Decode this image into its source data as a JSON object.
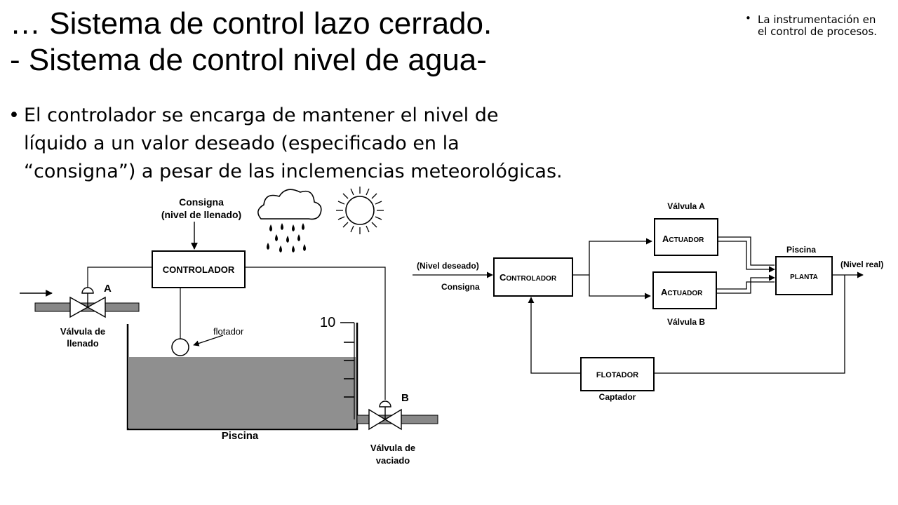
{
  "slide": {
    "title_line1": "… Sistema de control lazo cerrado.",
    "title_line2": "- Sistema de control nivel de agua-",
    "side_bullet_marker": "•",
    "side_note": "La instrumentación en el control de procesos.",
    "main_bullet_marker": "•",
    "main_bullet": "El controlador se encarga de mantener el nivel de líquido a un valor deseado (especificado en la “consigna”) a pesar de las inclemencias meteorológicas."
  },
  "left_diagram": {
    "consigna_line1": "Consigna",
    "consigna_line2": "(nivel de llenado)",
    "controlador": "CONTROLADOR",
    "valve_a_letter": "A",
    "valve_fill_line1": "Válvula de",
    "valve_fill_line2": "llenado",
    "flotador": "flotador",
    "scale_value": "10",
    "valve_b_letter": "B",
    "piscina": "Piscina",
    "valve_drain_line1": "Válvula de",
    "valve_drain_line2": "vaciado"
  },
  "right_diagram": {
    "valvula_a": "Válvula A",
    "actuador_a_initial": "A",
    "actuador_a_rest": "CTUADOR",
    "actuador_b_initial": "A",
    "actuador_b_rest": "CTUADOR",
    "valvula_b": "Válvula B",
    "piscina": "Piscina",
    "planta": "PLANTA",
    "nivel_real": "(Nivel real)",
    "nivel_deseado": "(Nivel deseado)",
    "consigna": "Consigna",
    "controlador_initial": "C",
    "controlador_rest": "ONTROLADOR",
    "flotador": "FLOTADOR",
    "captador": "Captador"
  }
}
